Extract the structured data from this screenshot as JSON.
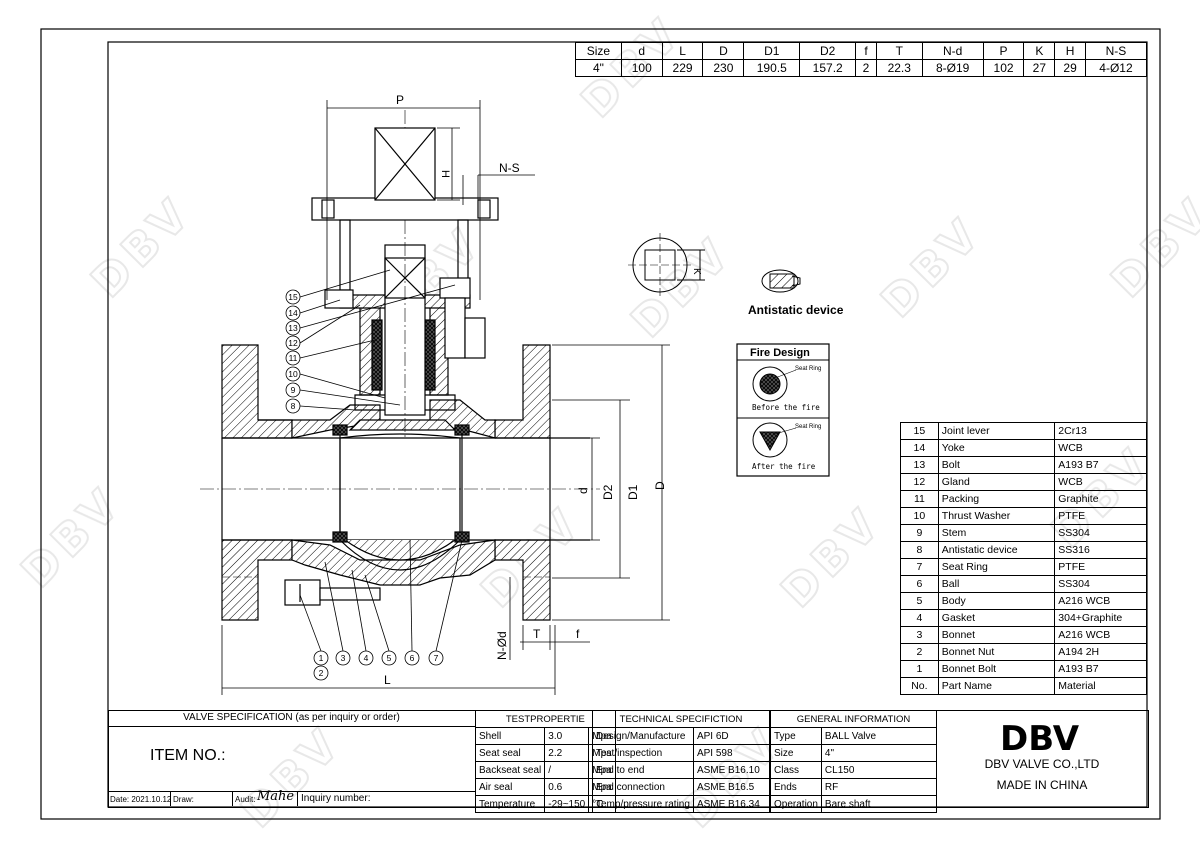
{
  "dimension_table": {
    "headers": [
      "Size",
      "d",
      "L",
      "D",
      "D1",
      "D2",
      "f",
      "T",
      "N-d",
      "P",
      "K",
      "H",
      "N-S"
    ],
    "values": [
      "4\"",
      "100",
      "229",
      "230",
      "190.5",
      "157.2",
      "2",
      "22.3",
      "8-Ø19",
      "102",
      "27",
      "29",
      "4-Ø12"
    ]
  },
  "drawing": {
    "dim_labels": {
      "P": "P",
      "H": "H",
      "NS": "N-S",
      "K": "K",
      "d": "d",
      "D2": "D2",
      "D1": "D1",
      "D": "D",
      "T": "T",
      "f": "f",
      "Nd": "N-Ød",
      "L": "L"
    },
    "balloons": [
      "15",
      "14",
      "13",
      "12",
      "11",
      "10",
      "9",
      "8",
      "1",
      "2",
      "3",
      "4",
      "5",
      "6",
      "7"
    ],
    "antistatic_label": "Antistatic device",
    "fire_design": {
      "title": "Fire Design",
      "ring_label": "Seat Ring",
      "before": "Before the fire",
      "after": "After the fire"
    }
  },
  "parts_list": {
    "rows": [
      {
        "no": "15",
        "name": "Joint lever",
        "material": "2Cr13"
      },
      {
        "no": "14",
        "name": "Yoke",
        "material": "WCB"
      },
      {
        "no": "13",
        "name": "Bolt",
        "material": "A193 B7"
      },
      {
        "no": "12",
        "name": "Gland",
        "material": "WCB"
      },
      {
        "no": "11",
        "name": "Packing",
        "material": "Graphite"
      },
      {
        "no": "10",
        "name": "Thrust Washer",
        "material": "PTFE"
      },
      {
        "no": "9",
        "name": "Stem",
        "material": "SS304"
      },
      {
        "no": "8",
        "name": "Antistatic device",
        "material": "SS316"
      },
      {
        "no": "7",
        "name": "Seat Ring",
        "material": "PTFE"
      },
      {
        "no": "6",
        "name": "Ball",
        "material": "SS304"
      },
      {
        "no": "5",
        "name": "Body",
        "material": "A216 WCB"
      },
      {
        "no": "4",
        "name": "Gasket",
        "material": "304+Graphite"
      },
      {
        "no": "3",
        "name": "Bonnet",
        "material": "A216 WCB"
      },
      {
        "no": "2",
        "name": "Bonnet Nut",
        "material": "A194 2H"
      },
      {
        "no": "1",
        "name": "Bonnet Bolt",
        "material": "A193 B7"
      }
    ],
    "header": {
      "no": "No.",
      "name": "Part Name",
      "material": "Material"
    }
  },
  "title_block": {
    "valve_spec_title": "VALVE SPECIFICATION (as per inquiry or order)",
    "item_no": "ITEM NO.:",
    "date": "Date: 2021.10.12",
    "draw": "Draw:",
    "audit": "Audit:",
    "signature": "Mahe",
    "inquiry": "Inquiry number:",
    "test_title": "TESTPROPERTIE",
    "tests": [
      {
        "name": "Shell",
        "value": "3.0",
        "unit": "Mpa"
      },
      {
        "name": "Seat seal",
        "value": "2.2",
        "unit": "Mpa"
      },
      {
        "name": "Backseat seal",
        "value": "/",
        "unit": "Mpa"
      },
      {
        "name": "Air seal",
        "value": "0.6",
        "unit": "Mpa"
      },
      {
        "name": "Temperature",
        "value": "-29~150",
        "unit": "°C"
      }
    ],
    "tech_title": "TECHNICAL SPECIFICTION",
    "tech": [
      {
        "name": "Design/Manufacture",
        "value": "API 6D"
      },
      {
        "name": "Test/inspection",
        "value": "API 598"
      },
      {
        "name": "End to end",
        "value": "ASME B16.10"
      },
      {
        "name": "End connection",
        "value": "ASME B16.5"
      },
      {
        "name": "Temp/pressure rating",
        "value": "ASME B16.34"
      }
    ],
    "gen_title": "GENERAL INFORMATION",
    "general": [
      {
        "name": "Type",
        "value": "BALL Valve"
      },
      {
        "name": "Size",
        "value": "4\""
      },
      {
        "name": "Class",
        "value": "CL150"
      },
      {
        "name": "Ends",
        "value": "RF"
      },
      {
        "name": "Operation",
        "value": "Bare shaft"
      }
    ],
    "logo": "DBV",
    "company": "DBV VALVE CO.,LTD",
    "made_in": "MADE IN CHINA"
  },
  "watermark": "DBV"
}
